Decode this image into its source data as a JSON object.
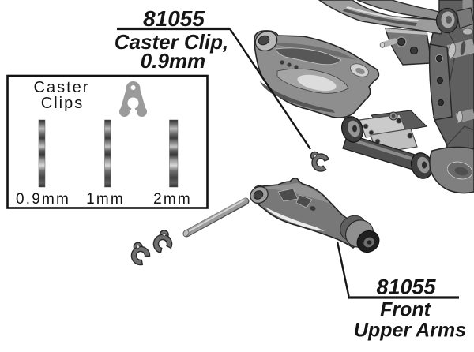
{
  "callouts": {
    "caster_clip": {
      "part_number": "81055",
      "name_line1": "Caster Clip,",
      "name_line2": "0.9mm"
    },
    "front_upper_arms": {
      "part_number": "81055",
      "name_line1": "Front",
      "name_line2": "Upper Arms"
    }
  },
  "inset_box": {
    "title_line1": "Caster",
    "title_line2": "Clips",
    "clip_sizes": [
      "0.9mm",
      "1mm",
      "2mm"
    ]
  },
  "colors": {
    "ink": "#151515",
    "clip_icon_gray": "#9b9b9b",
    "part_gray": "#8c8c8c",
    "part_dark": "#4f4f4f",
    "background": "#ffffff"
  }
}
